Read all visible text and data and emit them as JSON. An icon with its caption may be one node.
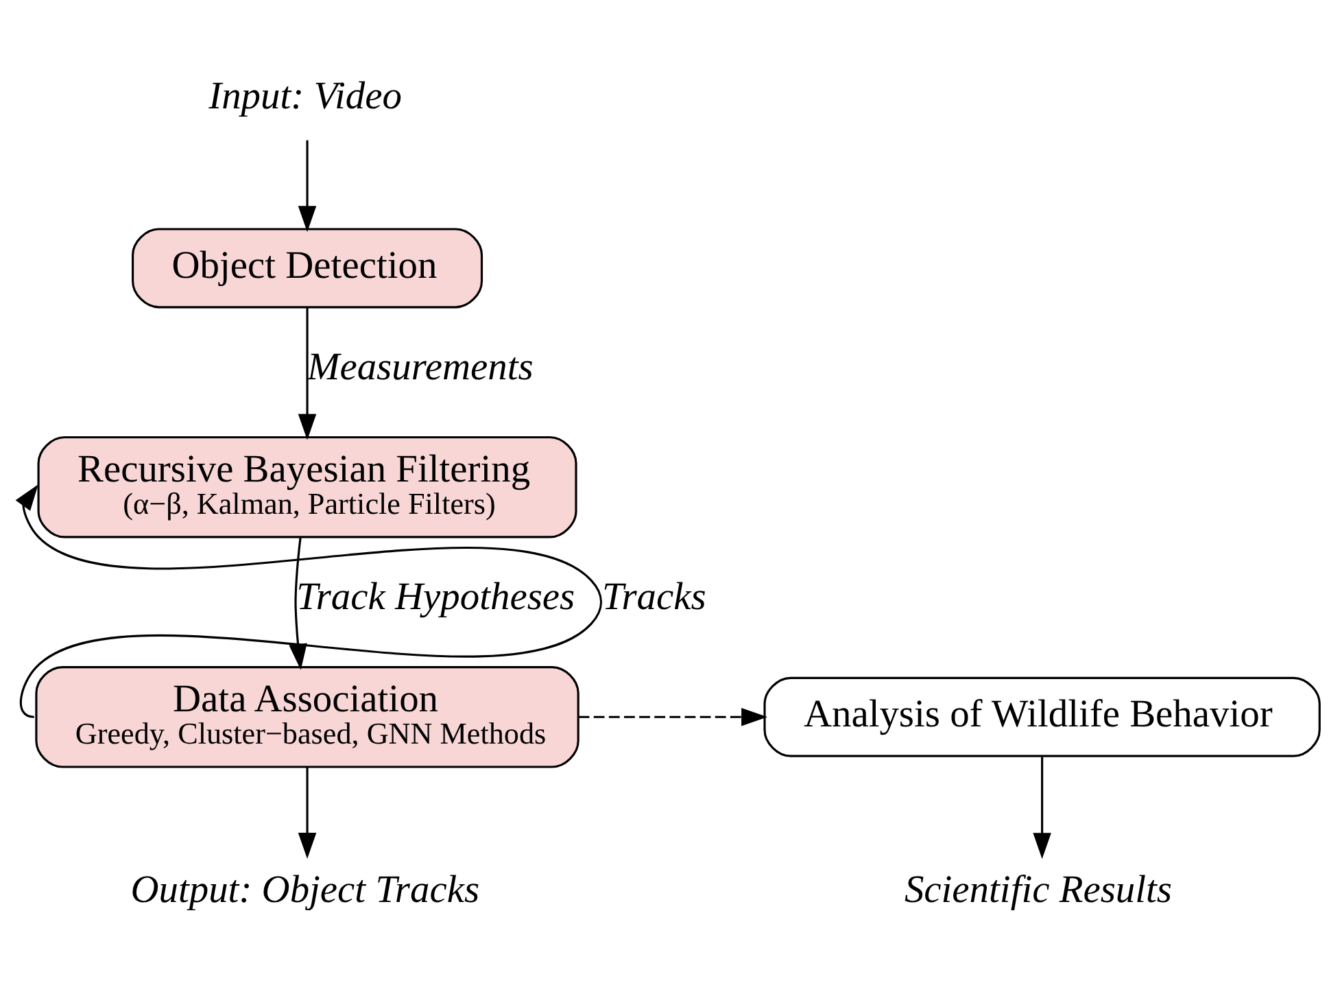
{
  "diagram": {
    "nodes": [
      {
        "text": [
          "Input: Video"
        ]
      },
      {
        "text": [
          "Object Detection"
        ]
      },
      {
        "text": [
          "Recursive Bayesian Filtering",
          "(α−β, Kalman, Particle Filters)"
        ]
      },
      {
        "text": [
          "Data Association",
          "Greedy, Cluster−based, GNN Methods"
        ]
      },
      {
        "text": [
          "Analysis of Wildlife Behavior"
        ]
      },
      {
        "text": [
          "Output: Object Tracks"
        ]
      },
      {
        "text": [
          "Scientific Results"
        ]
      }
    ],
    "edges": [
      {
        "from": 0,
        "to": 1,
        "arrow": "to"
      },
      {
        "from": 1,
        "to": 2,
        "arrow": "to",
        "label": "Measurements"
      },
      {
        "from": 2,
        "to": 3,
        "arrow": "to",
        "label": "Track Hypotheses"
      },
      {
        "from": 3,
        "to": 2,
        "arrow": "to",
        "label": "Tracks"
      },
      {
        "from": 3,
        "to": 4,
        "arrow": "to",
        "style": "dashed"
      },
      {
        "from": 3,
        "to": 5,
        "arrow": "to"
      },
      {
        "from": 4,
        "to": 6,
        "arrow": "to"
      }
    ]
  }
}
